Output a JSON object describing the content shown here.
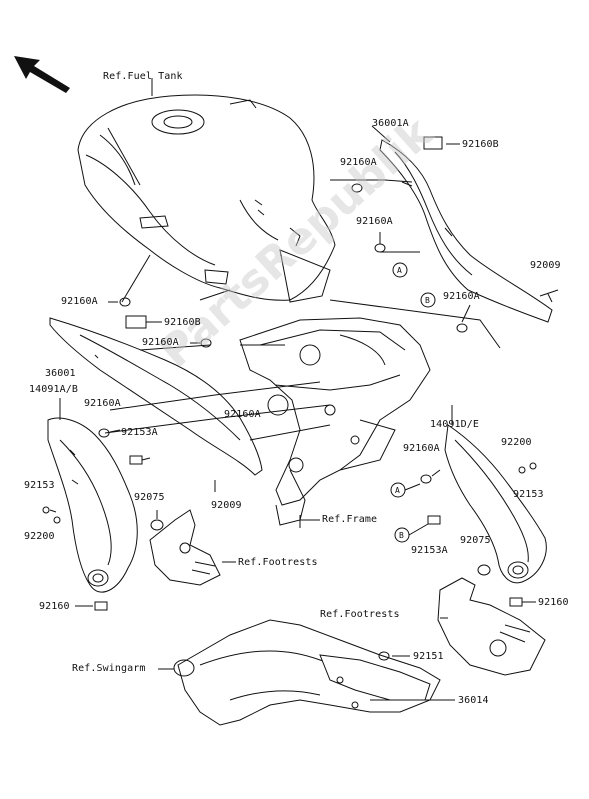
{
  "labels": {
    "ref_fuel_tank": "Ref.Fuel Tank",
    "p36001A": "36001A",
    "p92160B_top": "92160B",
    "p92160A_1": "92160A",
    "p92160A_2": "92160A",
    "p92009_top": "92009",
    "p92160A_3": "92160A",
    "p92160A_left": "92160A",
    "p92160B_left": "92160B",
    "p92160A_left2": "92160A",
    "p36001": "36001",
    "p14091AB": "14091A/B",
    "p92160A_left3": "92160A",
    "p92153A_left": "92153A",
    "p92160A_mid": "92160A",
    "p92009_mid": "92009",
    "p92153_left": "92153",
    "p92075_left": "92075",
    "p92200_left": "92200",
    "ref_frame": "Ref.Frame",
    "ref_footrests_left": "Ref.Footrests",
    "p92160_left": "92160",
    "p14091DE": "14091D/E",
    "p92160A_right": "92160A",
    "p92200_right": "92200",
    "p92153_right": "92153",
    "p92153A_right": "92153A",
    "p92075_right": "92075",
    "p92160_right": "92160",
    "ref_footrests_right": "Ref.Footrests",
    "ref_swingarm": "Ref.Swingarm",
    "p92151": "92151",
    "p36014": "36014",
    "callout_a1": "A",
    "callout_b1": "B",
    "callout_a2": "A",
    "callout_b2": "B"
  },
  "watermark": "PartsRepublik"
}
